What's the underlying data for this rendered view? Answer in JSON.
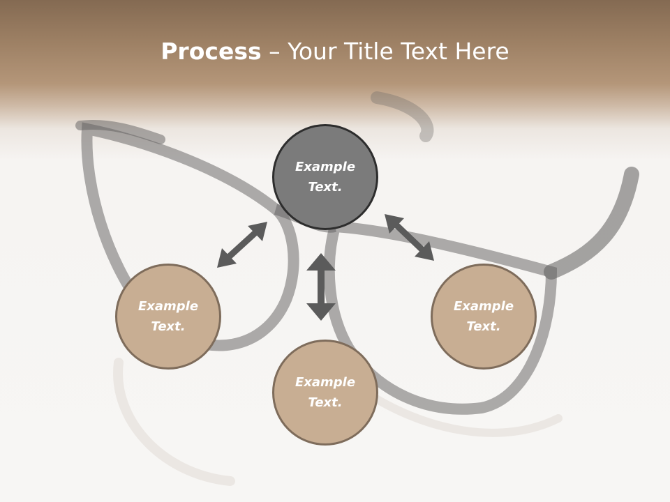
{
  "slide": {
    "title_bold": "Process",
    "title_dash": " – ",
    "title_rest": "Your Title Text Here"
  },
  "nodes": {
    "center": {
      "label": "Example\nText."
    },
    "left": {
      "label": "Example\nText."
    },
    "bottom": {
      "label": "Example\nText."
    },
    "right": {
      "label": "Example\nText."
    }
  },
  "colors": {
    "header_brown": "#9d8064",
    "center_fill": "#7b7b7b",
    "center_border": "#2d2d2d",
    "node_fill": "#c8ae93",
    "node_border": "#7e6c5b",
    "arrow": "#5b5b5b"
  },
  "icons": {
    "arrows": "double-headed-arrow",
    "background": "eyeglasses-image"
  }
}
